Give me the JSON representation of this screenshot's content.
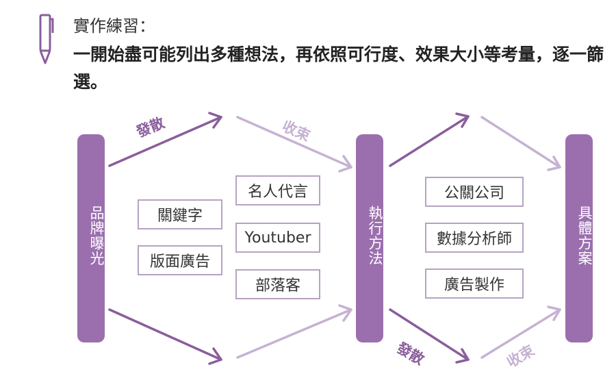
{
  "heading": "實作練習：",
  "body_text": "一開始盡可能列出多種想法，再依照可行度、效果大小等考量，逐一篩選。",
  "icons": [
    "pen-icon"
  ],
  "colors": {
    "bar": "#9b6fae",
    "arrow_dark": "#8a5d9b",
    "arrow_light": "#c6b2d3",
    "box_border": "#b6a2c2"
  },
  "bars": [
    {
      "label": "品牌曝光"
    },
    {
      "label": "執行方法"
    },
    {
      "label": "具體方案"
    }
  ],
  "arrow_labels": {
    "diverge_1": "發散",
    "converge_1": "收束",
    "diverge_2": "發散",
    "converge_2": "收束"
  },
  "group_left": [
    "關鍵字",
    "版面廣告"
  ],
  "group_mid": [
    "名人代言",
    "Youtuber",
    "部落客"
  ],
  "group_right": [
    "公關公司",
    "數據分析師",
    "廣告製作"
  ]
}
